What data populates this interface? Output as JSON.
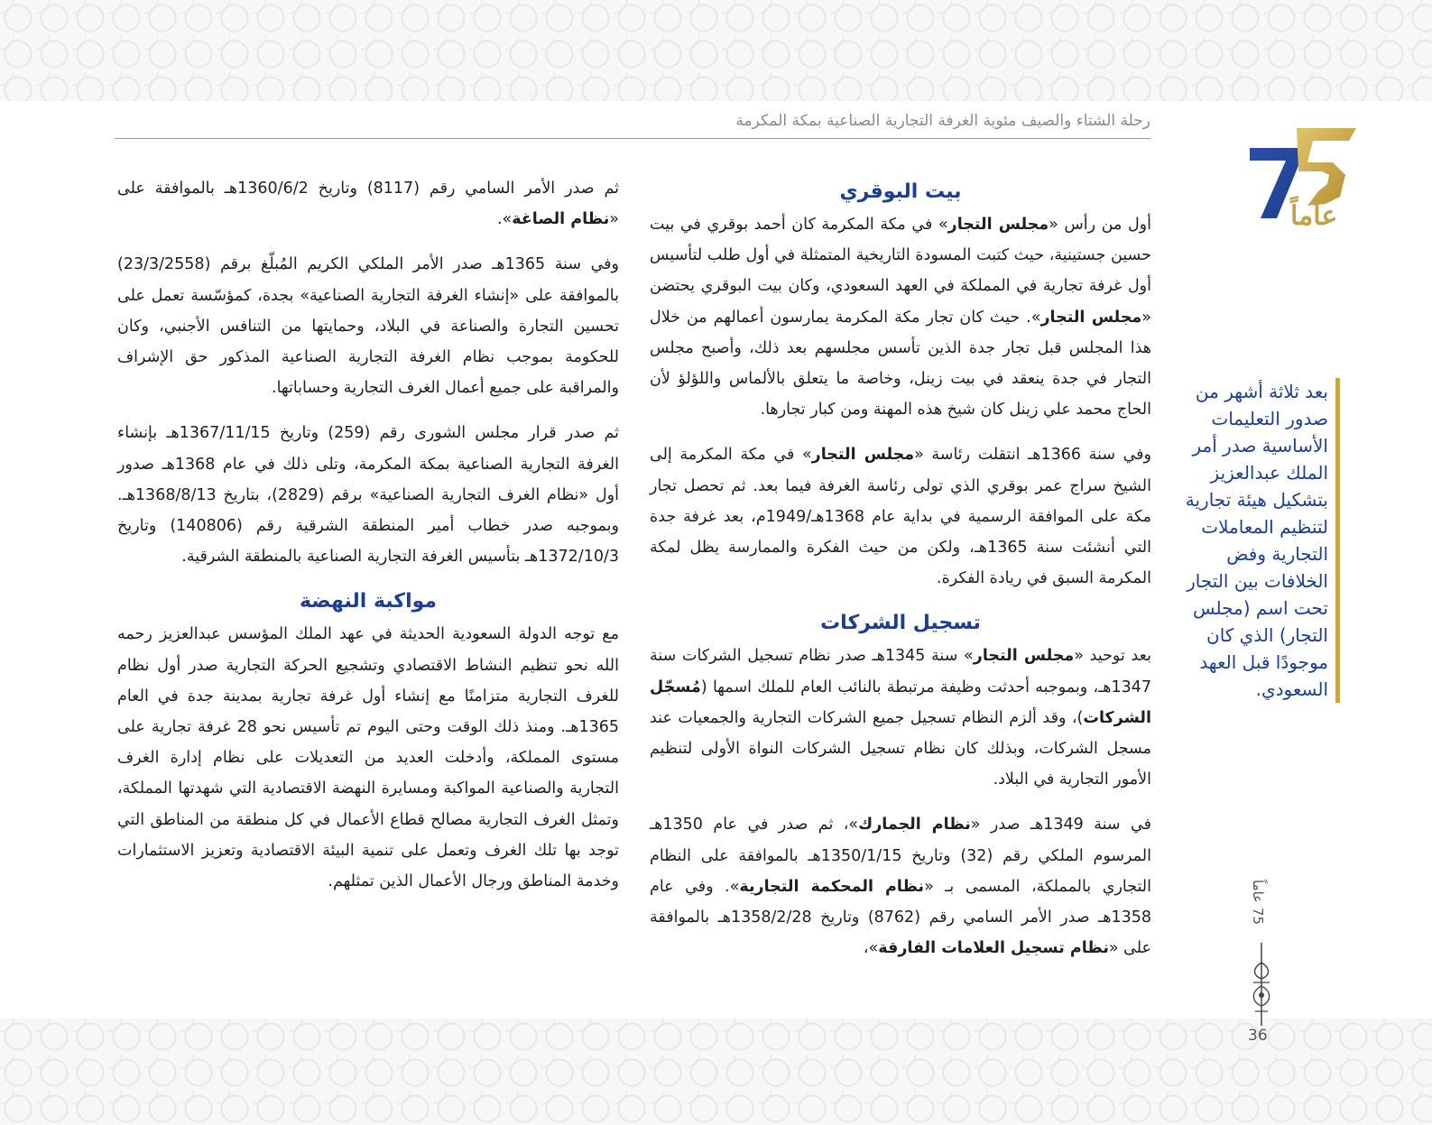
{
  "header": {
    "title": "رحلة الشتاء والصيف مئوية الغرفة التجارية الصناعية بمكة المكرمة"
  },
  "logo": {
    "icon": "anniversary-75-logo",
    "years_text": "عاماً",
    "colors": {
      "blue": "#1d3f8f",
      "gold": "#c7a644"
    }
  },
  "sidebar_quote": {
    "text": "بعد ثلاثة أشهر من صدور التعليمات الأساسية صدر أمر الملك عبدالعزيز بتشكيل هيئة تجارية لتنظيم المعاملات التجارية وفض الخلافات بين التجار تحت اسم (مجلس التجار) الذي كان موجودًا قبل العهد السعودي."
  },
  "right_column": {
    "section1_title": "بيت البوقري",
    "p1": [
      "أول من رأس «",
      "مجلس التجار",
      "» في مكة المكرمة كان أحمد بوقري في بيت حسين جستينية، حيث كتبت المسودة التاريخية المتمثلة في أول طلب لتأسيس أول غرفة تجارية في المملكة في العهد السعودي، وكان بيت البوقري يحتضن «",
      "مجلس التجار",
      "». حيث كان تجار مكة المكرمة يمارسون أعمالهم من خلال هذا المجلس قبل تجار جدة الذين تأسس مجلسهم بعد ذلك، وأصبح مجلس التجار في جدة ينعقد في بيت زينل، وخاصة ما يتعلق بالألماس واللؤلؤ لأن الحاج محمد علي زينل كان شيخ هذه المهنة ومن كبار تجارها."
    ],
    "p2": [
      "وفي سنة 1366هـ انتقلت رئاسة «",
      "مجلس التجار",
      "» في مكة المكرمة إلى الشيخ سراج عمر بوقري الذي تولى رئاسة الغرفة فيما بعد. ثم تحصل تجار مكة على الموافقة الرسمية في بداية عام 1368هـ/1949م، بعد غرفة جدة التي أنشئت سنة 1365هـ، ولكن من حيث الفكرة والممارسة يظل لمكة المكرمة السبق في ريادة الفكرة."
    ],
    "section2_title": "تسجيل الشركات",
    "p3": [
      "بعد توحيد «",
      "مجلس التجار",
      "» سنة 1345هـ صدر نظام تسجيل الشركات سنة 1347هـ، وبموجبه أحدثت وظيفة مرتبطة بالنائب العام للملك اسمها (",
      "مُسجّل الشركات",
      ")، وقد ألزم النظام تسجيل جميع الشركات التجارية والجمعيات عند مسجل الشركات، وبذلك كان نظام تسجيل الشركات النواة الأولى لتنظيم الأمور التجارية في البلاد."
    ],
    "p4": [
      "في سنة 1349هـ صدر «",
      "نظام الجمارك",
      "»، ثم صدر في عام 1350هـ المرسوم الملكي رقم (32) وتاريخ 1350/1/15هـ بالموافقة على النظام التجاري بالمملكة، المسمى بـ «",
      "نظام المحكمة التجارية",
      "». وفي عام 1358هـ صدر الأمر السامي رقم (8762) وتاريخ 1358/2/28هـ بالموافقة على «",
      "نظام تسجيل العلامات الفارقة",
      "»،"
    ]
  },
  "left_column": {
    "p1": [
      "ثم صدر الأمر السامي رقم (8117) وتاريخ 1360/6/2هـ بالموافقة على «",
      "نظام الصاغة",
      "»."
    ],
    "p2": "وفي سنة 1365هـ صدر الأمر الملكي الكريم المُبلّغ برقم (23/3/2558) بالموافقة على «إنشاء الغرفة التجارية الصناعية» بجدة، كمؤسّسة تعمل على تحسين التجارة والصناعة في البلاد، وحمايتها من التنافس الأجنبي، وكان للحكومة بموجب نظام الغرفة التجارية الصناعية المذكور حق الإشراف والمراقبة على جميع أعمال الغرف التجارية وحساباتها.",
    "p3": "ثم صدر قرار مجلس الشورى رقم (259) وتاريخ 1367/11/15هـ بإنشاء الغرفة التجارية الصناعية بمكة المكرمة، وتلى ذلك في عام 1368هـ صدور أول «نظام الغرف التجارية الصناعية» برقم (2829)، بتاريخ 1368/8/13هـ. وبموجبه صدر خطاب أمير المنطقة الشرقية رقم (140806) وتاريخ 1372/10/3هـ بتأسيس الغرفة التجارية الصناعية بالمنطقة الشرقية.",
    "section_title": "مواكبة النهضة",
    "p4": "مع توجه الدولة السعودية الحديثة في عهد الملك المؤسس عبدالعزيز رحمه الله نحو تنظيم النشاط الاقتصادي وتشجيع الحركة التجارية صدر أول نظام للغرف التجارية متزامنًا مع إنشاء أول غرفة تجارية بمدينة جدة في العام 1365هـ. ومنذ ذلك الوقت وحتى اليوم تم تأسيس نحو 28 غرفة تجارية على مستوى المملكة، وأدخلت العديد من التعديلات على نظام إدارة الغرف التجارية والصناعية المواكبة ومسايرة النهضة الاقتصادية التي شهدتها المملكة، وتمثل الغرف التجارية مصالح قطاع الأعمال في كل منطقة من المناطق التي توجد بها تلك الغرف وتعمل على تنمية البيئة الاقتصادية وتعزيز الاستثمارات وخدمة المناطق ورجال الأعمال الذين تمثلهم."
  },
  "footer": {
    "side_caption": "75 عاماً",
    "page_number": "36",
    "ornament_icon": "calligraphy-ornament-icon"
  }
}
